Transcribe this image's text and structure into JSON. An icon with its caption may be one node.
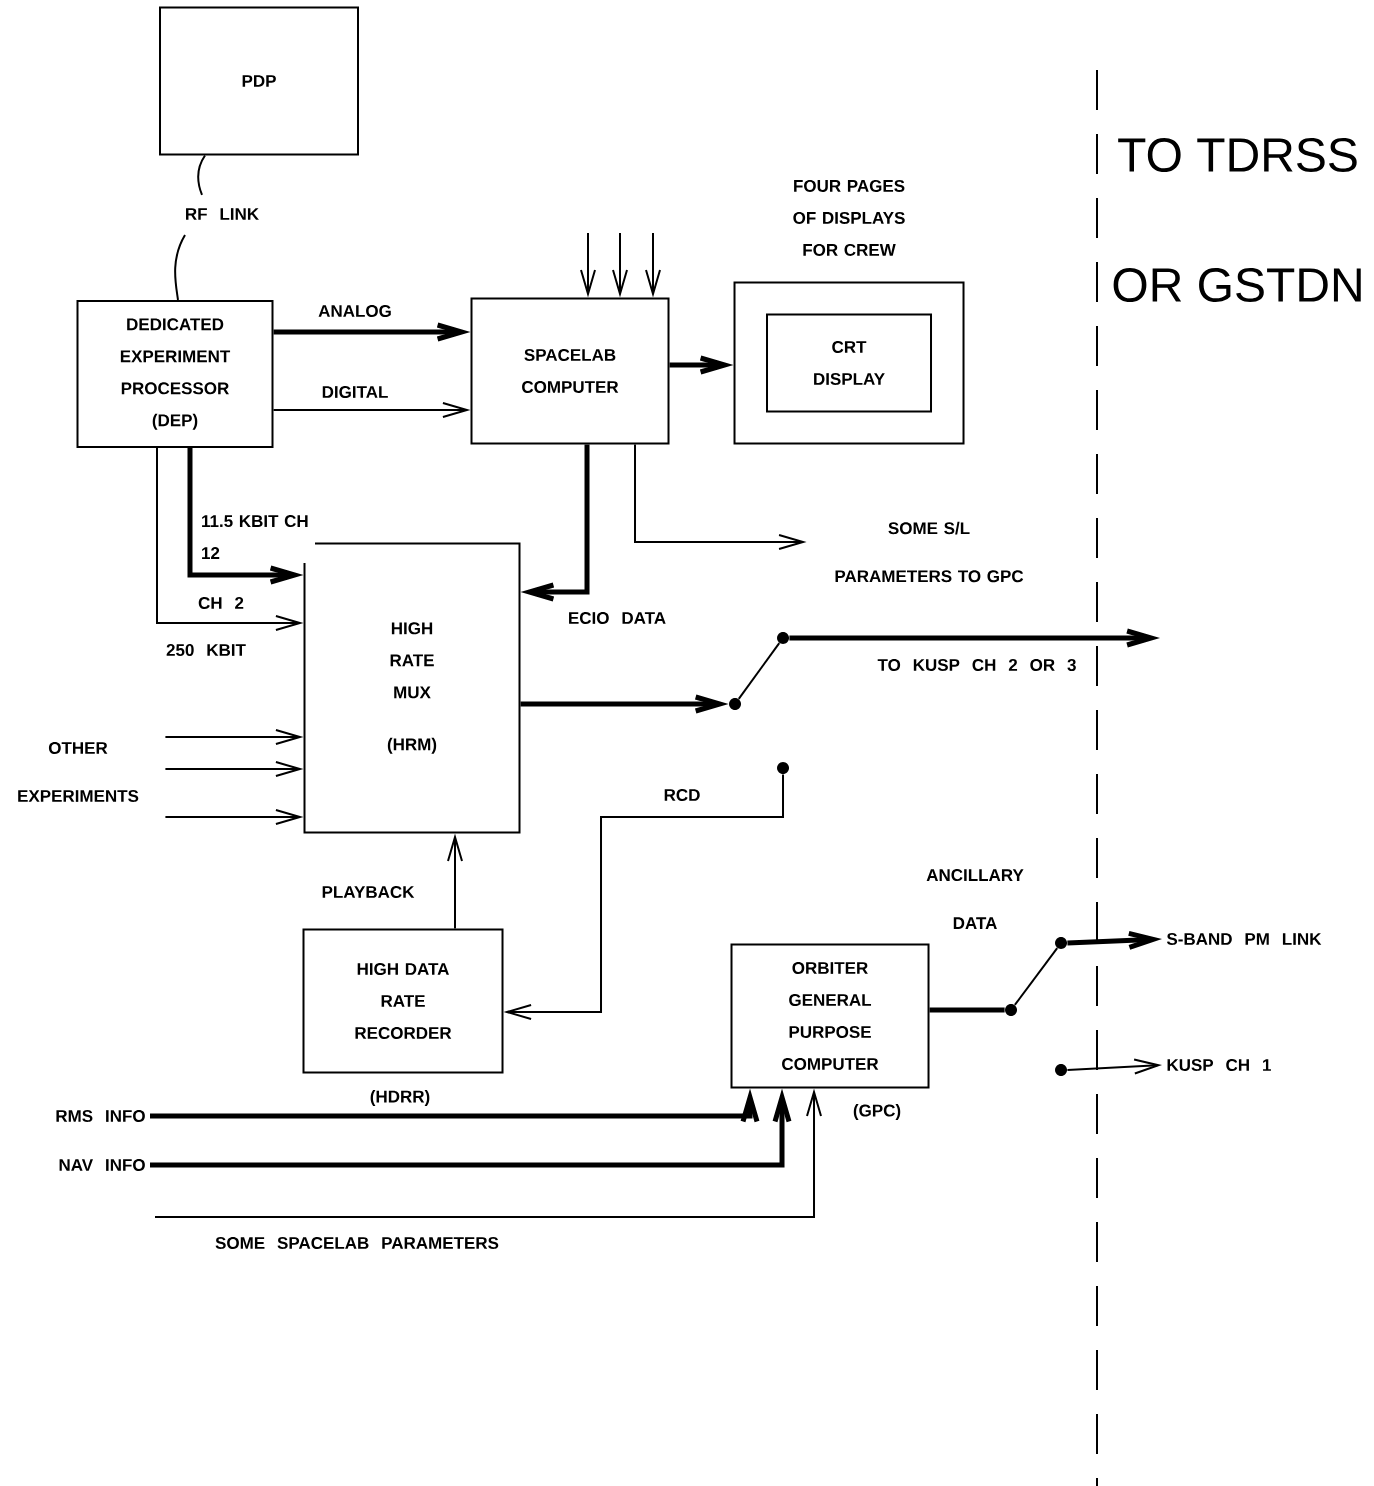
{
  "diagram": {
    "nodes": [
      {
        "text": [
          "PDP"
        ]
      },
      {
        "text": [
          "DEDICATED EXPERIMENT PROCESSOR (DEP)"
        ]
      },
      {
        "text": [
          "SPACELAB COMPUTER"
        ]
      },
      {
        "text": [
          "FOUR PAGES OF DISPLAYS FOR CREW"
        ]
      },
      {
        "text": [
          "CRT DISPLAY"
        ],
        "in": 3
      },
      {
        "text": [
          "SOME S/L PARAMETERS TO GPC"
        ]
      },
      {
        "text": [
          "HIGH RATE MUX",
          "(HRM)"
        ]
      },
      {
        "text": [],
        "shape": "circle"
      },
      {
        "text": [],
        "shape": "circle"
      },
      {
        "text": [
          "OTHER EXPERIMENTS"
        ]
      },
      {
        "text": [],
        "shape": "circle"
      },
      {
        "text": [
          "HIGH DATA RATE RECORDER"
        ],
        "beside": [
          "(HDRR)"
        ]
      },
      {
        "text": [
          "ORBITER GENERAL PURPOSE COMPUTER"
        ],
        "beside": [
          "(GPC)"
        ]
      },
      {
        "text": [],
        "shape": "circle"
      },
      {
        "text": [],
        "shape": "circle"
      },
      {
        "text": [
          "S-BAND PM LINK"
        ]
      },
      {
        "text": [],
        "shape": "circle"
      },
      {
        "text": [
          "KUSP CH 1"
        ]
      },
      {
        "text": [
          "RMS INFO"
        ]
      },
      {
        "text": [
          "NAV INFO"
        ]
      }
    ],
    "edges": [
      {
        "from": 0,
        "to": 1,
        "arrow": "none",
        "label": "RF LINK"
      },
      {
        "from": 1,
        "to": 2,
        "arrow": "to",
        "label": "ANALOG",
        "style": "thick"
      },
      {
        "from": 1,
        "to": 2,
        "arrow": "to",
        "label": "DIGITAL"
      },
      {
        "from": null,
        "to": 2,
        "arrow": "to"
      },
      {
        "from": null,
        "to": 2,
        "arrow": "to"
      },
      {
        "from": null,
        "to": 2,
        "arrow": "to"
      },
      {
        "from": 2,
        "to": 3,
        "arrow": "to",
        "style": "thick"
      },
      {
        "from": 2,
        "to": 5,
        "arrow": "to"
      },
      {
        "from": 1,
        "to": 6,
        "arrow": "to",
        "label": "11.5 KBIT CH 12",
        "style": "thick"
      },
      {
        "from": 1,
        "to": 6,
        "arrow": "to",
        "label": "CH 2"
      },
      {
        "from": 2,
        "to": 6,
        "arrow": "to",
        "label": "ECIO DATA",
        "style": "thick"
      },
      {
        "from": 9,
        "to": 6,
        "arrow": "to"
      },
      {
        "from": 9,
        "to": 6,
        "arrow": "to"
      },
      {
        "from": 9,
        "to": 6,
        "arrow": "to"
      },
      {
        "from": 6,
        "to": 7,
        "arrow": "to",
        "style": "thick"
      },
      {
        "from": 7,
        "to": 8,
        "arrow": "none"
      },
      {
        "from": 8,
        "to": null,
        "arrow": "to",
        "label": "TO KUSP CH 2 OR 3",
        "style": "thick"
      },
      {
        "from": 10,
        "to": 11,
        "arrow": "to",
        "label": "RCD"
      },
      {
        "from": 11,
        "to": 6,
        "arrow": "to",
        "label": "PLAYBACK"
      },
      {
        "from": 12,
        "to": 13,
        "arrow": "none",
        "style": "thick"
      },
      {
        "from": 13,
        "to": 14,
        "arrow": "none"
      },
      {
        "from": 14,
        "to": 15,
        "arrow": "to",
        "style": "thick"
      },
      {
        "from": 16,
        "to": 17,
        "arrow": "to"
      },
      {
        "from": 18,
        "to": 12,
        "arrow": "to",
        "style": "thick"
      },
      {
        "from": 19,
        "to": 12,
        "arrow": "to",
        "style": "thick"
      },
      {
        "from": null,
        "to": 12,
        "arrow": "to",
        "label": "SOME SPACELAB PARAMETERS"
      }
    ],
    "labels": [
      "TO TDRSS",
      "OR GSTDN",
      "250 KBIT",
      "ANCILLARY DATA"
    ]
  }
}
